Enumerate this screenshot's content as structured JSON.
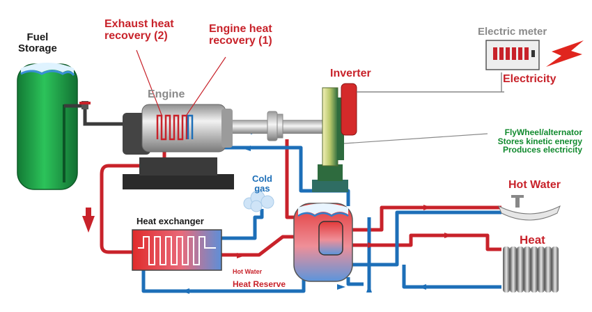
{
  "labels": {
    "fuel_storage": [
      "Fuel",
      "Storage"
    ],
    "exhaust_heat_recovery": [
      "Exhaust heat",
      "recovery  (2)"
    ],
    "engine_heat_recovery": [
      "Engine heat",
      "recovery  (1)"
    ],
    "engine": "Engine",
    "electric_meter": "Electric meter",
    "inverter": "Inverter",
    "electricity": "Electricity",
    "flywheel": [
      "FlyWheel/alternator",
      "Stores kinetic energy",
      "Produces electricity"
    ],
    "cold_gas": [
      "Cold",
      "gas"
    ],
    "heat_exchanger": "Heat exchanger",
    "hot_water_small": "Hot Water",
    "heat_reserve": "Heat Reserve",
    "hot_water": "Hot Water",
    "heat": "Heat"
  },
  "colors": {
    "hot_pipe": "#c8222a",
    "cold_pipe": "#1d6fb8",
    "fuel_tank": "#1fa64a",
    "flywheel": "#2e6b3e",
    "inverter": "#d42a2a",
    "label_red": "#c8222a",
    "label_green": "#118a2e",
    "label_blue": "#1d6fb8"
  }
}
